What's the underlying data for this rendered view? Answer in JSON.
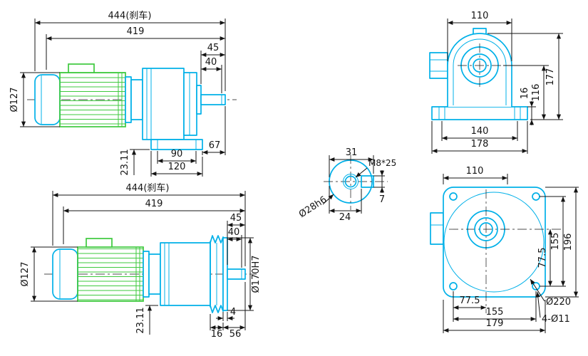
{
  "colors": {
    "part": "#00b0e8",
    "motor": "#3ec93e",
    "dim": "#141414",
    "bg": "#ffffff"
  },
  "views": {
    "side_foot": {
      "dims": {
        "overall": "444(刹车)",
        "length": "419",
        "shaft_len": "45",
        "shaft_usable": "40",
        "motor_dia": "Ø127",
        "center_height": "23.11",
        "hole_span": "90",
        "to_shaft": "67",
        "foot_len": "120"
      }
    },
    "front_foot": {
      "dims": {
        "top_width": "110",
        "height": "177",
        "center_to_base": "116",
        "foot_thick": "16",
        "hole_span": "140",
        "base_width": "178"
      }
    },
    "shaft_section": {
      "dims": {
        "over_key": "31",
        "to_flat": "24",
        "tap": "M8*25",
        "dia": "Ø28h6",
        "key": "7"
      }
    },
    "side_flange": {
      "dims": {
        "overall": "444(刹车)",
        "length": "419",
        "shaft_len": "45",
        "shaft_usable": "40",
        "motor_dia": "Ø127",
        "spigot_dia": "Ø170H7",
        "center_height": "23.11",
        "spigot_depth": "4",
        "flange_thick": "16",
        "shaft_total": "56"
      }
    },
    "front_flange": {
      "dims": {
        "top_width": "110",
        "height": "196",
        "bolt_span_v": "155",
        "half_span_v": "77.5",
        "half_span_h": "77.5",
        "bolt_span_h": "155",
        "width": "179",
        "flange_dia": "Ø220",
        "holes": "4-Ø11"
      }
    }
  }
}
